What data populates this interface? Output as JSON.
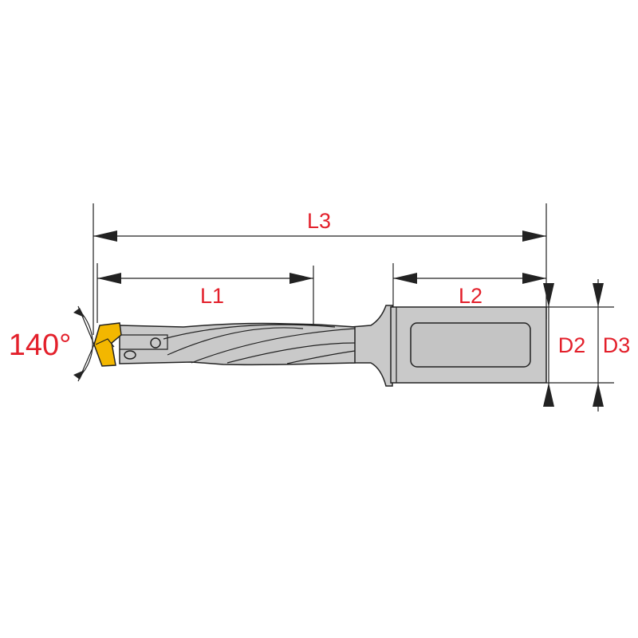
{
  "diagram": {
    "title": "Indexable insert drill dimensions",
    "labels": {
      "L1": "L1",
      "L2": "L2",
      "L3": "L3",
      "D2": "D2",
      "D3": "D3",
      "angle": "140°"
    },
    "colors": {
      "label": "#e3202b",
      "body": "#c9c9c9",
      "insert": "#f3b700",
      "outline": "#222222"
    }
  }
}
